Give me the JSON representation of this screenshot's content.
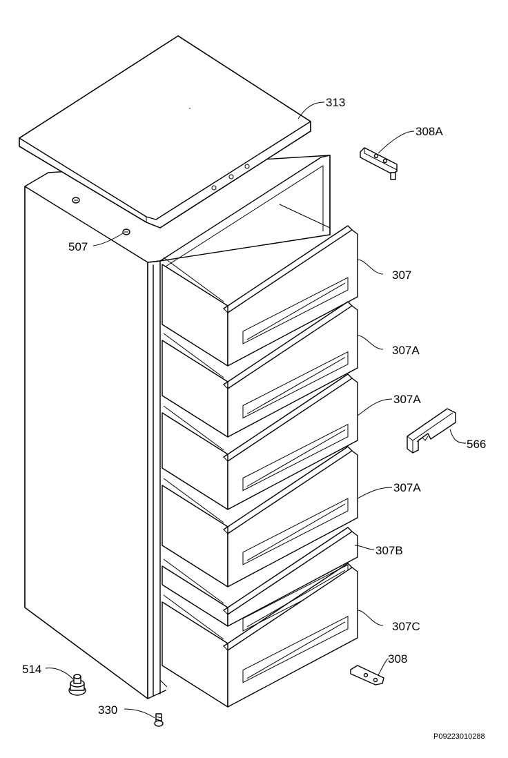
{
  "diagram": {
    "labels": {
      "top_cover": "313",
      "hinge_upper": "308A",
      "screw_top": "507",
      "drawer_top": "307",
      "drawer_2": "307A",
      "drawer_3": "307A",
      "drawer_4": "307A",
      "drawer_5": "307B",
      "drawer_bottom": "307C",
      "handle_part": "566",
      "hinge_lower": "308",
      "foot": "514",
      "screw_bottom": "330"
    },
    "drawing_code": "P09223010288"
  }
}
